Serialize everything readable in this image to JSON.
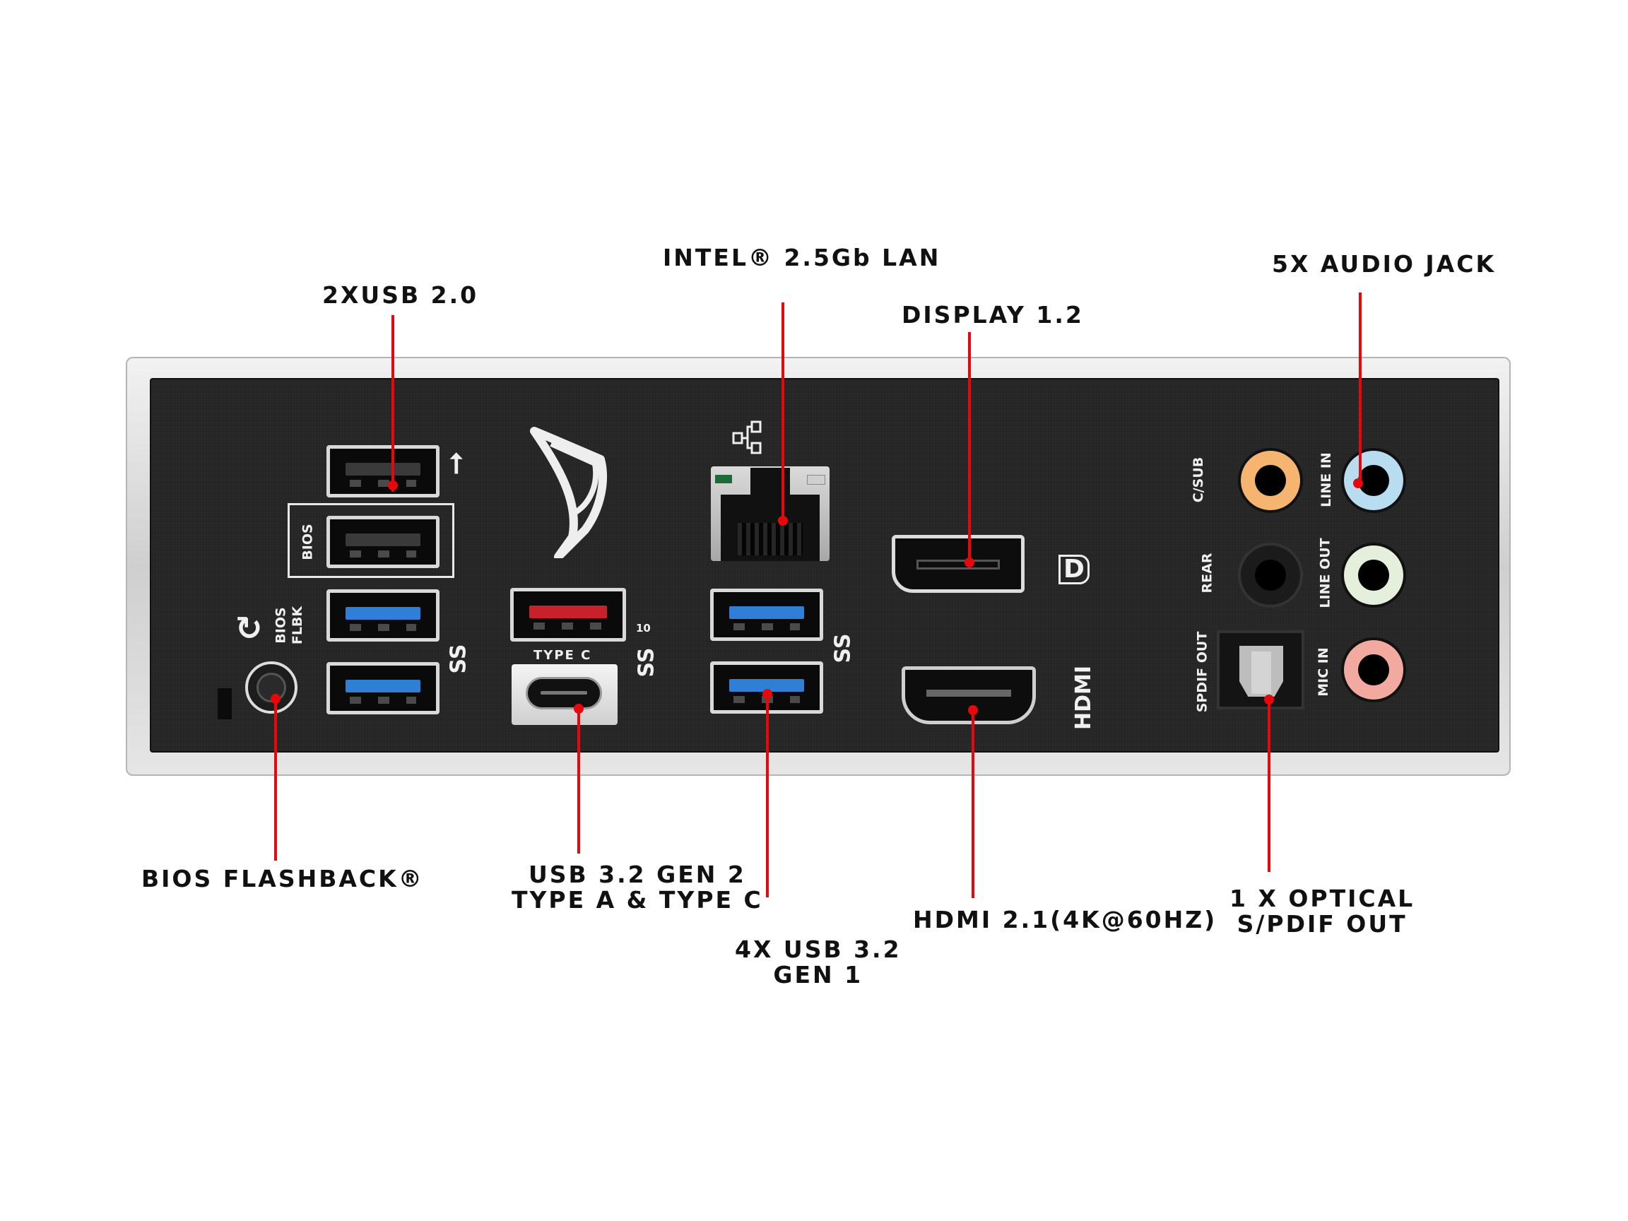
{
  "callouts": {
    "usb20": "2XUSB 2.0",
    "lan": "INTEL® 2.5Gb LAN",
    "display": "DISPLAY 1.2",
    "audio": "5X AUDIO JACK",
    "bios_flashback": "BIOS FLASHBACK®",
    "usb_gen2_line1": "USB 3.2 GEN 2",
    "usb_gen2_line2": "TYPE A & TYPE C",
    "usb_gen1_line1": "4X USB 3.2",
    "usb_gen1_line2": "GEN 1",
    "hdmi": "HDMI 2.1(4K@60HZ)",
    "optical_line1": "1 X OPTICAL",
    "optical_line2": "S/PDIF OUT"
  },
  "silkscreen": {
    "bios_box": "BIOS",
    "bios_flbk_1": "BIOS",
    "bios_flbk_2": "FLBK",
    "type_c": "TYPE C",
    "ss10": "10",
    "ss": "SS",
    "hdmi": "HDMI",
    "dp": "D",
    "c_sub": "C/SUB",
    "rear": "REAR",
    "spdif_out": "SPDIF OUT",
    "line_in": "LINE IN",
    "line_out": "LINE OUT",
    "mic_in": "MIC IN"
  },
  "colors": {
    "leader": "#e8080c",
    "usb3_blue": "#2f7fd6",
    "usb_gen2_red": "#c8202c",
    "c_sub": "#f5b571",
    "line_in": "#b8dcf0",
    "line_out": "#e4f0dc",
    "mic_in": "#f2a9a0"
  }
}
